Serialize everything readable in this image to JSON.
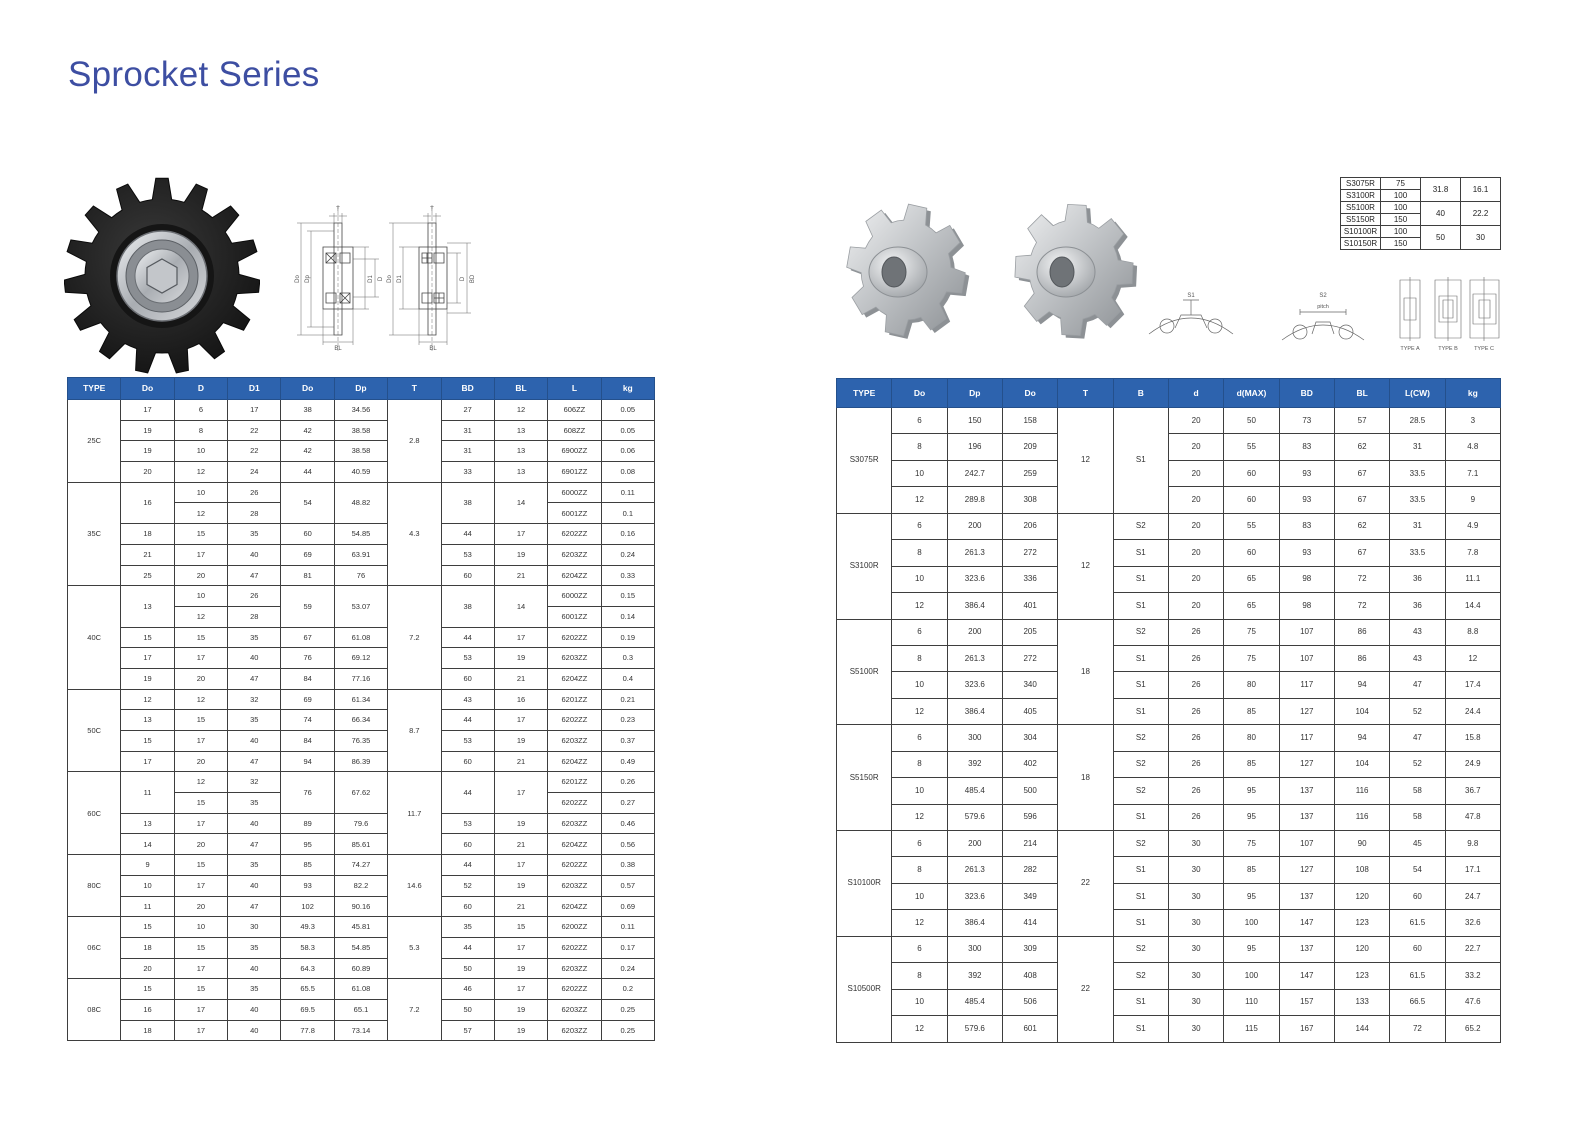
{
  "page": {
    "title": "Sprocket Series"
  },
  "colors": {
    "title": "#3d4ea2",
    "header_bg": "#2d63ae",
    "header_text": "#ffffff",
    "black_sprocket": "#1c1c1c",
    "steel": "#b9bcbf"
  },
  "figures": {
    "left_drawing_1": {
      "top": "T",
      "left": [
        "Do",
        "Dp"
      ],
      "right": [
        "D1",
        "D"
      ],
      "bottom": "BL"
    },
    "left_drawing_2": {
      "top": "T",
      "left": [
        "Do",
        "D1"
      ],
      "right": [
        "D",
        "BD"
      ],
      "bottom": "BL"
    },
    "s1_label": "S1",
    "s2_label": "S2",
    "pitch_label": "pitch",
    "type_labels": [
      "TYPE A",
      "TYPE B",
      "TYPE C"
    ]
  },
  "ref_table": {
    "rows": [
      {
        "type": "S3075R",
        "value": "75"
      },
      {
        "type": "S3100R",
        "value": "100"
      },
      {
        "type": "S5100R",
        "value": "100"
      },
      {
        "type": "S5150R",
        "value": "150"
      },
      {
        "type": "S10100R",
        "value": "100"
      },
      {
        "type": "S10150R",
        "value": "150"
      }
    ],
    "pairs": [
      {
        "a": "31.8",
        "b": "16.1"
      },
      {
        "a": "40",
        "b": "22.2"
      },
      {
        "a": "50",
        "b": "30"
      }
    ]
  },
  "left_table": {
    "headers": [
      "TYPE",
      "Do",
      "D",
      "D1",
      "Do",
      "Dp",
      "T",
      "BD",
      "BL",
      "L",
      "kg"
    ],
    "groups": [
      {
        "type": "25C",
        "t": "2.8",
        "rows": [
          [
            "17",
            "6",
            "17",
            "38",
            "34.56",
            "27",
            "12",
            "606ZZ",
            "0.05"
          ],
          [
            "19",
            "8",
            "22",
            "42",
            "38.58",
            "31",
            "13",
            "608ZZ",
            "0.05"
          ],
          [
            "19",
            "10",
            "22",
            "42",
            "38.58",
            "31",
            "13",
            "6900ZZ",
            "0.06"
          ],
          [
            "20",
            "12",
            "24",
            "44",
            "40.59",
            "33",
            "13",
            "6901ZZ",
            "0.08"
          ]
        ]
      },
      {
        "type": "35C",
        "t": "4.3",
        "rows": [
          [
            "16",
            "10",
            "26",
            "54",
            "48.82",
            "38",
            "14",
            "6000ZZ",
            "0.11"
          ],
          [
            null,
            "12",
            "28",
            null,
            null,
            null,
            null,
            "6001ZZ",
            "0.1"
          ],
          [
            "18",
            "15",
            "35",
            "60",
            "54.85",
            "44",
            "17",
            "6202ZZ",
            "0.16"
          ],
          [
            "21",
            "17",
            "40",
            "69",
            "63.91",
            "53",
            "19",
            "6203ZZ",
            "0.24"
          ],
          [
            "25",
            "20",
            "47",
            "81",
            "76",
            "60",
            "21",
            "6204ZZ",
            "0.33"
          ]
        ]
      },
      {
        "type": "40C",
        "t": "7.2",
        "rows": [
          [
            "13",
            "10",
            "26",
            "59",
            "53.07",
            "38",
            "14",
            "6000ZZ",
            "0.15"
          ],
          [
            null,
            "12",
            "28",
            null,
            null,
            null,
            null,
            "6001ZZ",
            "0.14"
          ],
          [
            "15",
            "15",
            "35",
            "67",
            "61.08",
            "44",
            "17",
            "6202ZZ",
            "0.19"
          ],
          [
            "17",
            "17",
            "40",
            "76",
            "69.12",
            "53",
            "19",
            "6203ZZ",
            "0.3"
          ],
          [
            "19",
            "20",
            "47",
            "84",
            "77.16",
            "60",
            "21",
            "6204ZZ",
            "0.4"
          ]
        ]
      },
      {
        "type": "50C",
        "t": "8.7",
        "rows": [
          [
            "12",
            "12",
            "32",
            "69",
            "61.34",
            "43",
            "16",
            "6201ZZ",
            "0.21"
          ],
          [
            "13",
            "15",
            "35",
            "74",
            "66.34",
            "44",
            "17",
            "6202ZZ",
            "0.23"
          ],
          [
            "15",
            "17",
            "40",
            "84",
            "76.35",
            "53",
            "19",
            "6203ZZ",
            "0.37"
          ],
          [
            "17",
            "20",
            "47",
            "94",
            "86.39",
            "60",
            "21",
            "6204ZZ",
            "0.49"
          ]
        ]
      },
      {
        "type": "60C",
        "t": "11.7",
        "rows": [
          [
            "11",
            "12",
            "32",
            "76",
            "67.62",
            "44",
            "17",
            "6201ZZ",
            "0.26"
          ],
          [
            null,
            "15",
            "35",
            null,
            null,
            null,
            null,
            "6202ZZ",
            "0.27"
          ],
          [
            "13",
            "17",
            "40",
            "89",
            "79.6",
            "53",
            "19",
            "6203ZZ",
            "0.46"
          ],
          [
            "14",
            "20",
            "47",
            "95",
            "85.61",
            "60",
            "21",
            "6204ZZ",
            "0.56"
          ]
        ]
      },
      {
        "type": "80C",
        "t": "14.6",
        "rows": [
          [
            "9",
            "15",
            "35",
            "85",
            "74.27",
            "44",
            "17",
            "6202ZZ",
            "0.38"
          ],
          [
            "10",
            "17",
            "40",
            "93",
            "82.2",
            "52",
            "19",
            "6203ZZ",
            "0.57"
          ],
          [
            "11",
            "20",
            "47",
            "102",
            "90.16",
            "60",
            "21",
            "6204ZZ",
            "0.69"
          ]
        ]
      },
      {
        "type": "06C",
        "t": "5.3",
        "rows": [
          [
            "15",
            "10",
            "30",
            "49.3",
            "45.81",
            "35",
            "15",
            "6200ZZ",
            "0.11"
          ],
          [
            "18",
            "15",
            "35",
            "58.3",
            "54.85",
            "44",
            "17",
            "6202ZZ",
            "0.17"
          ],
          [
            "20",
            "17",
            "40",
            "64.3",
            "60.89",
            "50",
            "19",
            "6203ZZ",
            "0.24"
          ]
        ]
      },
      {
        "type": "08C",
        "t": "7.2",
        "rows": [
          [
            "15",
            "15",
            "35",
            "65.5",
            "61.08",
            "46",
            "17",
            "6202ZZ",
            "0.2"
          ],
          [
            "16",
            "17",
            "40",
            "69.5",
            "65.1",
            "50",
            "19",
            "6203ZZ",
            "0.25"
          ],
          [
            "18",
            "17",
            "40",
            "77.8",
            "73.14",
            "57",
            "19",
            "6203ZZ",
            "0.25"
          ]
        ]
      }
    ]
  },
  "right_table": {
    "headers": [
      "TYPE",
      "Do",
      "Dp",
      "Do",
      "T",
      "B",
      "d",
      "d(MAX)",
      "BD",
      "BL",
      "L(CW)",
      "kg"
    ],
    "groups": [
      {
        "type": "S3075R",
        "t": "12",
        "rows": [
          [
            "6",
            "150",
            "158",
            "S1",
            "20",
            "50",
            "73",
            "57",
            "28.5",
            "3"
          ],
          [
            "8",
            "196",
            "209",
            null,
            "20",
            "55",
            "83",
            "62",
            "31",
            "4.8"
          ],
          [
            "10",
            "242.7",
            "259",
            null,
            "20",
            "60",
            "93",
            "67",
            "33.5",
            "7.1"
          ],
          [
            "12",
            "289.8",
            "308",
            null,
            "20",
            "60",
            "93",
            "67",
            "33.5",
            "9"
          ]
        ]
      },
      {
        "type": "S3100R",
        "t": "12",
        "rows": [
          [
            "6",
            "200",
            "206",
            "S2",
            "20",
            "55",
            "83",
            "62",
            "31",
            "4.9"
          ],
          [
            "8",
            "261.3",
            "272",
            "S1",
            "20",
            "60",
            "93",
            "67",
            "33.5",
            "7.8"
          ],
          [
            "10",
            "323.6",
            "336",
            "S1",
            "20",
            "65",
            "98",
            "72",
            "36",
            "11.1"
          ],
          [
            "12",
            "386.4",
            "401",
            "S1",
            "20",
            "65",
            "98",
            "72",
            "36",
            "14.4"
          ]
        ]
      },
      {
        "type": "S5100R",
        "t": "18",
        "rows": [
          [
            "6",
            "200",
            "205",
            "S2",
            "26",
            "75",
            "107",
            "86",
            "43",
            "8.8"
          ],
          [
            "8",
            "261.3",
            "272",
            "S1",
            "26",
            "75",
            "107",
            "86",
            "43",
            "12"
          ],
          [
            "10",
            "323.6",
            "340",
            "S1",
            "26",
            "80",
            "117",
            "94",
            "47",
            "17.4"
          ],
          [
            "12",
            "386.4",
            "405",
            "S1",
            "26",
            "85",
            "127",
            "104",
            "52",
            "24.4"
          ]
        ]
      },
      {
        "type": "S5150R",
        "t": "18",
        "rows": [
          [
            "6",
            "300",
            "304",
            "S2",
            "26",
            "80",
            "117",
            "94",
            "47",
            "15.8"
          ],
          [
            "8",
            "392",
            "402",
            "S2",
            "26",
            "85",
            "127",
            "104",
            "52",
            "24.9"
          ],
          [
            "10",
            "485.4",
            "500",
            "S2",
            "26",
            "95",
            "137",
            "116",
            "58",
            "36.7"
          ],
          [
            "12",
            "579.6",
            "596",
            "S1",
            "26",
            "95",
            "137",
            "116",
            "58",
            "47.8"
          ]
        ]
      },
      {
        "type": "S10100R",
        "t": "22",
        "rows": [
          [
            "6",
            "200",
            "214",
            "S2",
            "30",
            "75",
            "107",
            "90",
            "45",
            "9.8"
          ],
          [
            "8",
            "261.3",
            "282",
            "S1",
            "30",
            "85",
            "127",
            "108",
            "54",
            "17.1"
          ],
          [
            "10",
            "323.6",
            "349",
            "S1",
            "30",
            "95",
            "137",
            "120",
            "60",
            "24.7"
          ],
          [
            "12",
            "386.4",
            "414",
            "S1",
            "30",
            "100",
            "147",
            "123",
            "61.5",
            "32.6"
          ]
        ]
      },
      {
        "type": "S10500R",
        "t": "22",
        "rows": [
          [
            "6",
            "300",
            "309",
            "S2",
            "30",
            "95",
            "137",
            "120",
            "60",
            "22.7"
          ],
          [
            "8",
            "392",
            "408",
            "S2",
            "30",
            "100",
            "147",
            "123",
            "61.5",
            "33.2"
          ],
          [
            "10",
            "485.4",
            "506",
            "S1",
            "30",
            "110",
            "157",
            "133",
            "66.5",
            "47.6"
          ],
          [
            "12",
            "579.6",
            "601",
            "S1",
            "30",
            "115",
            "167",
            "144",
            "72",
            "65.2"
          ]
        ]
      }
    ]
  }
}
